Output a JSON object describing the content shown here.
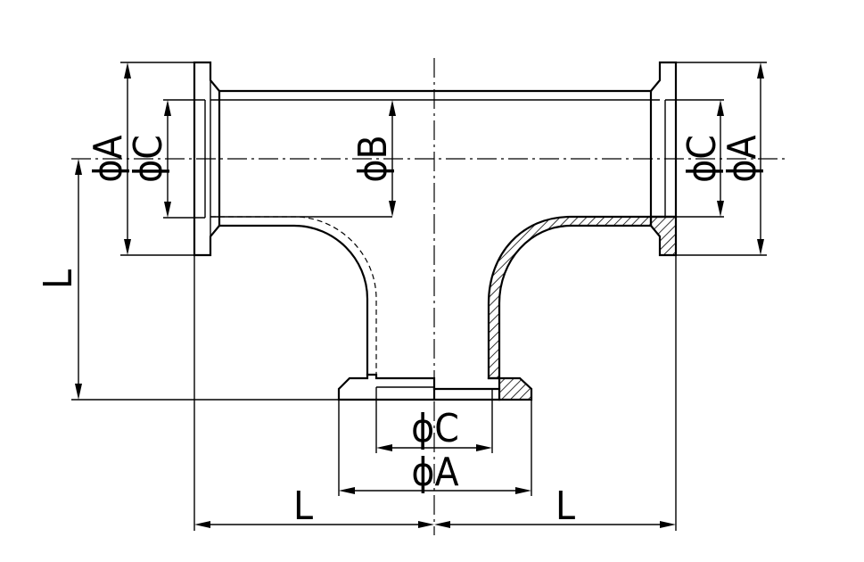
{
  "labels": {
    "left_flange_outer": "ϕA",
    "left_flange_inner": "ϕC",
    "bore": "ϕB",
    "right_flange_inner": "ϕC",
    "right_flange_outer": "ϕA",
    "height": "L",
    "bottom_flange_inner": "ϕC",
    "bottom_flange_outer": "ϕA",
    "length_left": "L",
    "length_right": "L"
  }
}
